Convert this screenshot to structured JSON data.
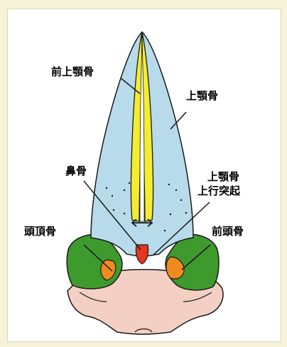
{
  "labels": {
    "premaxilla": "前上顎骨",
    "maxilla": "上顎骨",
    "nasal": "鼻骨",
    "ascending_process_line1": "上顎骨",
    "ascending_process_line2": "上行突起",
    "parietal": "頭頂骨",
    "frontal": "前頭骨"
  },
  "colors": {
    "background": "#f7f3d9",
    "maxilla": "#b7dbea",
    "premaxilla": "#f4ec2e",
    "nasal": "#e5371f",
    "frontal_parietal": "#3f9a2e",
    "orbit_patch": "#ef8b1e",
    "braincase": "#f3cfc4",
    "outline": "#1a1a1a"
  }
}
